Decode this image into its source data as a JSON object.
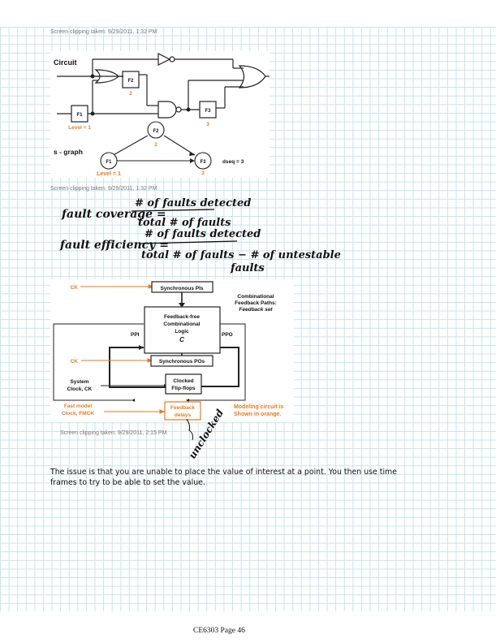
{
  "colors": {
    "orange": "#e87a1e",
    "grid": "#c7e3ef",
    "ink": "#111111"
  },
  "clip1": {
    "caption": "Screen clipping taken: 9/29/2011, 1:32 PM",
    "circuit_label": "Circuit",
    "f1": "F1",
    "f2": "F2",
    "f3": "F3",
    "f1_level": "Level = 1",
    "f2_level": "2",
    "f3_level": "3",
    "sgraph_label": "s - graph",
    "g_f1": "F1",
    "g_f2": "F2",
    "g_f3": "F3",
    "g_f1_level": "Level = 1",
    "g_f2_level": "2",
    "g_f3_level": "3",
    "dseq": "dseq = 3"
  },
  "clip2": {
    "caption": "Screen clipping taken: 9/29/2011, 1:32 PM",
    "coverage_lhs": "fault coverage =",
    "coverage_num": "# of faults detected",
    "coverage_den": "total # of faults",
    "efficiency_lhs": "fault efficiency =",
    "efficiency_num": "# of faults detected",
    "efficiency_den1": "total # of faults  − # of untestable",
    "efficiency_den2": "faults"
  },
  "clip3": {
    "caption": "Screen clipping taken: 9/29/2011, 2:15 PM",
    "ck_top": "CK",
    "sync_pis": "Synchronous PIs",
    "comb_l1": "Feedback-free",
    "comb_l2": "Combinational",
    "comb_l3": "Logic",
    "comb_l4": "C",
    "ppi": "PPI",
    "ppo": "PPO",
    "fb_l1": "Combinational",
    "fb_l2": "Feedback Paths:",
    "fb_l3": "Feedback set",
    "ck_mid": "CK",
    "sync_pos": "Synchronous POs",
    "sys_l1": "System",
    "sys_l2": "Clock, CK",
    "ff_l1": "Clocked",
    "ff_l2": "Flip-flops",
    "fast_l1": "Fast model",
    "fast_l2": "Clock, FMCK",
    "delay_l1": "Feedback",
    "delay_l2": "delays",
    "model_l1": "Modeling circuit is",
    "model_l2": "Shown in orange.",
    "annotation": "unclocked"
  },
  "body_text": "The issue is that you are unable to place the value of interest at a point.  You then use time frames to try to be able to set the value.",
  "footer": "CE6303 Page 46"
}
